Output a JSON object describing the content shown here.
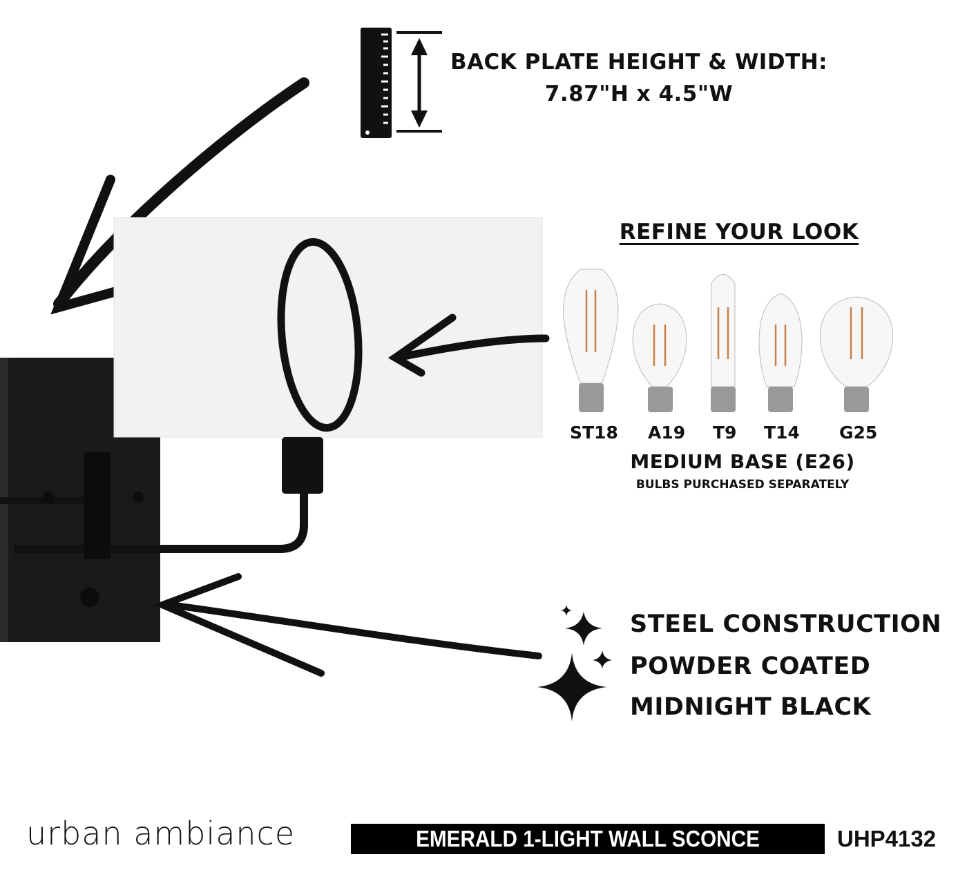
{
  "dimensions": {
    "title": "BACK PLATE HEIGHT & WIDTH:",
    "value": "7.87\"H x 4.5\"W",
    "icon": "ruler-icon"
  },
  "refine": {
    "title": "REFINE YOUR LOOK",
    "bulbs": [
      {
        "label": "ST18"
      },
      {
        "label": "A19"
      },
      {
        "label": "T9"
      },
      {
        "label": "T14"
      },
      {
        "label": "G25"
      }
    ],
    "base": "MEDIUM BASE (E26)",
    "note": "BULBS PURCHASED SEPARATELY"
  },
  "features": [
    "STEEL CONSTRUCTION",
    "POWDER COATED",
    "MIDNIGHT BLACK"
  ],
  "footer": {
    "brand": "urban ambiance",
    "product": "EMERALD 1-LIGHT WALL SCONCE",
    "sku": "UHP4132"
  },
  "colors": {
    "accent": "#000000",
    "shade": "#f2f2f2",
    "filament": "#c8804a"
  }
}
